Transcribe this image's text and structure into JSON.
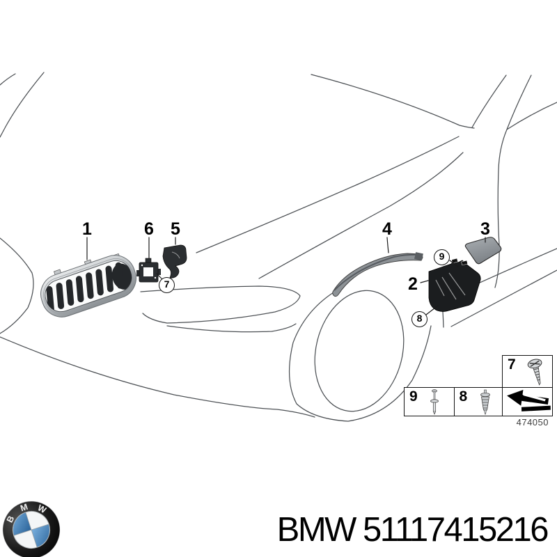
{
  "diagram": {
    "callouts": [
      "1",
      "6",
      "5",
      "4",
      "3",
      "2"
    ],
    "circled": [
      "7",
      "9",
      "8"
    ],
    "legend": {
      "screw_label": "7",
      "blind_rivet_label": "9",
      "expanding_rivet_label": "8",
      "code": "474050"
    }
  },
  "footer": {
    "text": "BMW 51117415216",
    "logo_letters": [
      "B",
      "M",
      "W"
    ]
  },
  "colors": {
    "line": "#4b4f53",
    "bmw_blue": "#3579b8",
    "part_dark": "#1b1d1f",
    "part_gray": "#8d9296"
  }
}
